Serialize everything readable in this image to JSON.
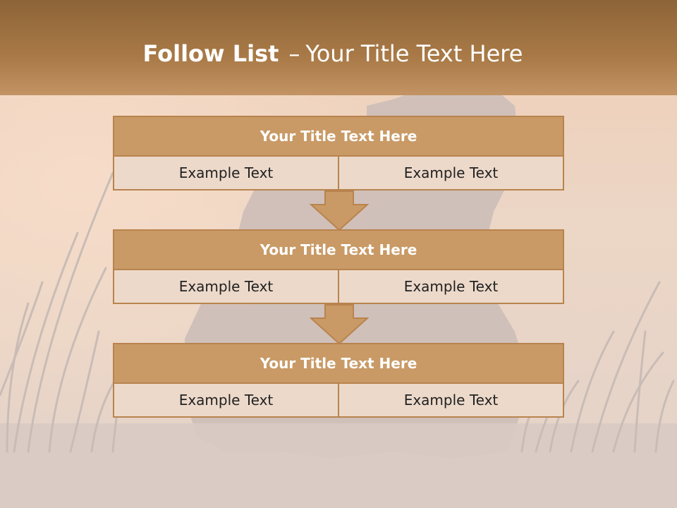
{
  "slide": {
    "title_bold": "Follow List",
    "title_separator": "–",
    "title_rest": "Your Title Text Here"
  },
  "steps": [
    {
      "title": "Your Title Text Here",
      "left_text": "Example Text",
      "right_text": "Example Text"
    },
    {
      "title": "Your Title Text Here",
      "left_text": "Example Text",
      "right_text": "Example Text"
    },
    {
      "title": "Your Title Text Here",
      "left_text": "Example Text",
      "right_text": "Example Text"
    }
  ],
  "colors": {
    "title_band": "#a87542",
    "box_header": "#c99a66",
    "box_body": "#ecd9ca",
    "box_border": "#b9834e",
    "arrow_fill": "#c99a66"
  }
}
